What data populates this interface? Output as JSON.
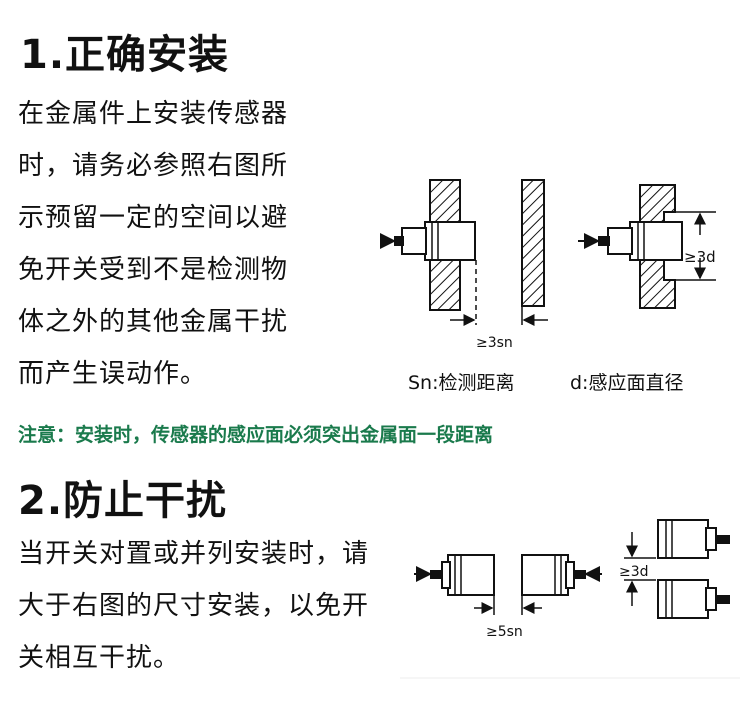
{
  "section1": {
    "title": "1.正确安装",
    "lines": [
      "在金属件上安装传感器",
      "时，请务必参照右图所",
      "示预留一定的空间以避",
      "免开关受到不是检测物",
      "体之外的其他金属干扰",
      "而产生误动作。"
    ],
    "dim_sn": "≥3sn",
    "dim_d": "≥3d",
    "caption_sn": "Sn:检测距离",
    "caption_d": "d:感应面直径"
  },
  "note": "注意：安装时，传感器的感应面必须突出金属面一段距离",
  "section2": {
    "title": "2.防止干扰",
    "lines": [
      "当开关对置或并列安装时，请",
      "大于右图的尺寸安装，以免开",
      "关相互干扰。"
    ],
    "dim_5sn": "≥5sn",
    "dim_3d": "≥3d"
  }
}
